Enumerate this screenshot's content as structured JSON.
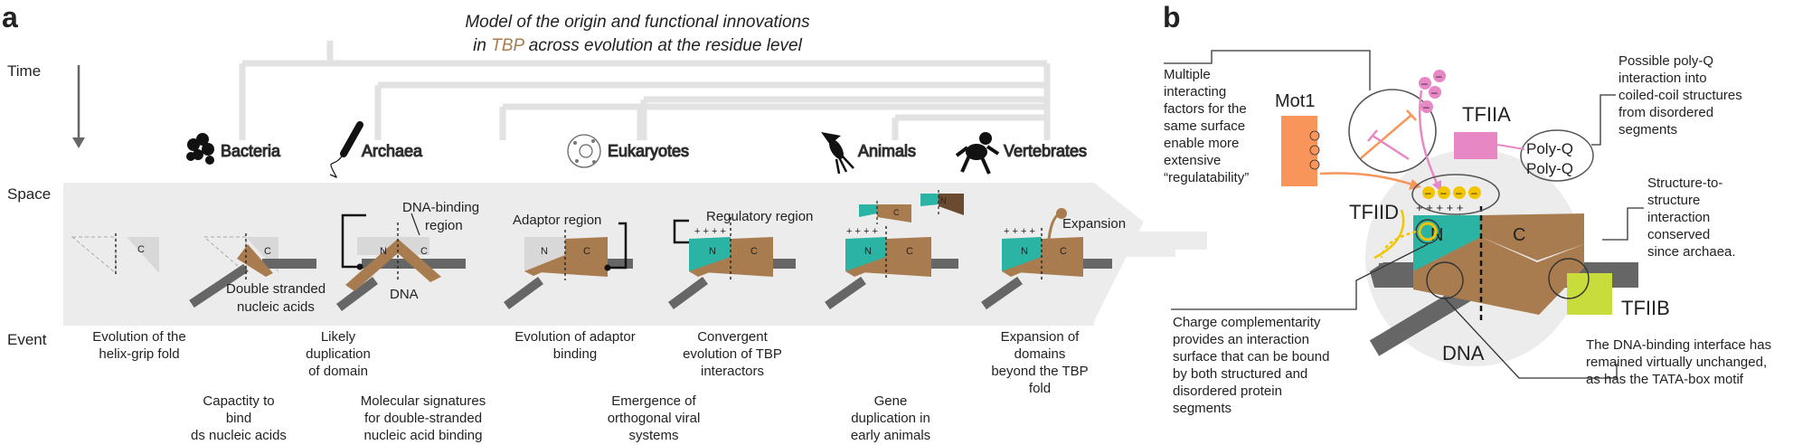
{
  "panel_a": {
    "letter": "a",
    "title_line1": "Model of the origin and functional innovations",
    "title_line2_pre": "in ",
    "title_line2_tbp": "TBP",
    "title_line2_post": " across evolution at the residue level",
    "axis": {
      "time": "Time",
      "space": "Space",
      "event": "Event"
    },
    "clades": [
      "Bacteria",
      "Archaea",
      "Eukaryotes",
      "Animals",
      "Vertebrates"
    ],
    "structure_labels": {
      "c": "C",
      "n": "N",
      "double_stranded_1": "Double stranded",
      "double_stranded_2": "nucleic acids",
      "dna_binding_1": "DNA-binding",
      "dna_binding_2": "region",
      "dna": "DNA",
      "adaptor_region": "Adaptor region",
      "regulatory_region": "Regulatory region",
      "expansion": "Expansion",
      "plus": "+ + + +"
    },
    "events_top": [
      [
        "Evolution of the",
        "helix-grip fold"
      ],
      [
        "Likely",
        "duplication",
        "of domain"
      ],
      [
        "Evolution of adaptor",
        "binding"
      ],
      [
        "Convergent",
        "evolution of TBP",
        "interactors"
      ],
      [
        "Expansion of",
        "domains",
        "beyond the TBP",
        "fold"
      ]
    ],
    "events_bottom": [
      [
        "Capactity to",
        "bind",
        "ds nucleic acids"
      ],
      [
        "Molecular signatures",
        "for double-stranded",
        "nucleic acid binding"
      ],
      [
        "Emergence of",
        "orthogonal viral",
        "systems"
      ],
      [
        "Gene",
        "duplication in",
        "early animals"
      ]
    ]
  },
  "panel_b": {
    "letter": "b",
    "factors": {
      "mot1": "Mot1",
      "tfiia": "TFIIA",
      "tfiid": "TFIID",
      "tfiib": "TFIIB",
      "polyq": "Poly-Q"
    },
    "labels": {
      "n": "N",
      "c": "C",
      "dna": "DNA"
    },
    "notes": {
      "regulatability": [
        "Multiple",
        "interacting",
        "factors for the",
        "same surface",
        "enable more",
        "extensive",
        "“regulatability”"
      ],
      "polyq": [
        "Possible poly-Q",
        "interaction into",
        "coiled-coil structures",
        "from disordered",
        "segments"
      ],
      "structure": [
        "Structure-to-",
        "structure",
        "interaction",
        "conserved",
        "since archaea."
      ],
      "charge": [
        "Charge complementarity",
        "provides an interaction",
        "surface that can be bound",
        "by both structured and",
        "disordered protein",
        "segments"
      ],
      "dna_binding": [
        "The DNA-binding interface has",
        "remained virtually unchanged,",
        "as has the TATA-box motif"
      ]
    }
  },
  "colors": {
    "tbp_brown": "#a87c4f",
    "dark_brown": "#6b4a32",
    "teal": "#2bb3a3",
    "dna_gray": "#666666",
    "band_gray": "#ececec",
    "tree_gray": "#e2e2e2",
    "mot1_orange": "#f7955b",
    "tfiia_pink": "#e787c4",
    "tfiid_yellow": "#f2c500",
    "tfiib_green": "#c8dc3c",
    "polyq_brown": "#b08048"
  }
}
